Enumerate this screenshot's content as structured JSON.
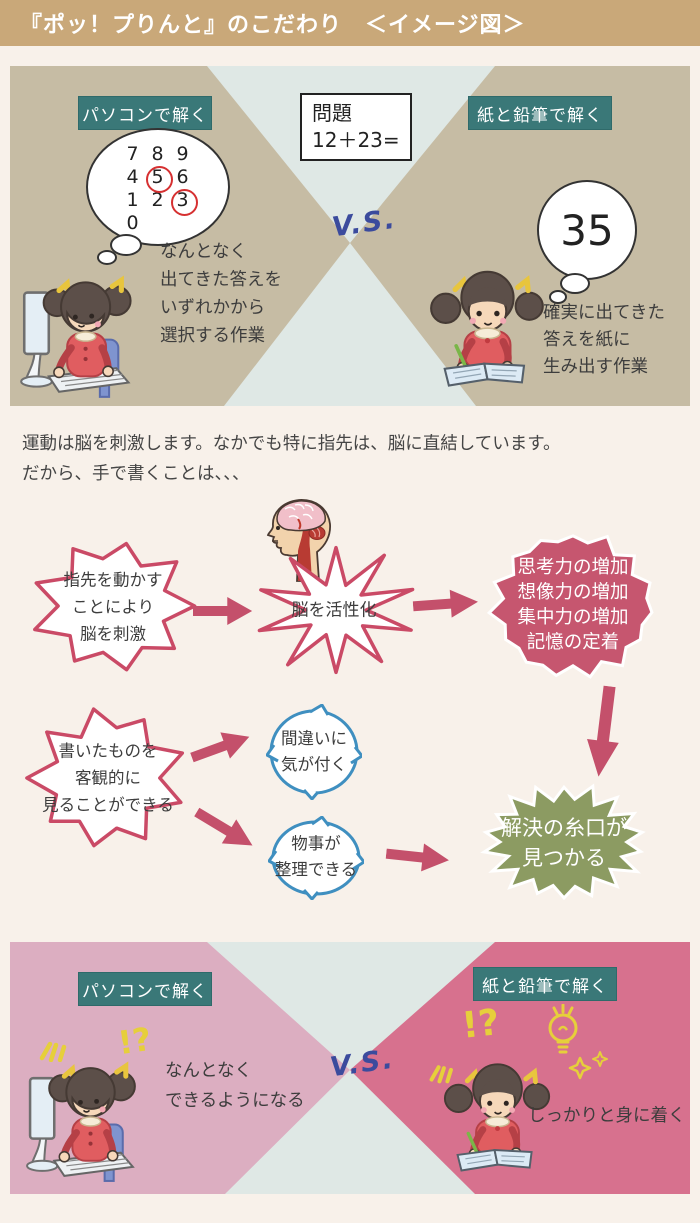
{
  "page": {
    "title": "『ポッ！プりんと』のこだわり　＜イメージ図＞"
  },
  "colors": {
    "header_bg": "#c9a879",
    "top_section_bg": "#c6bca4",
    "triangle_blue": "#dfe8e5",
    "teal_label": "#3a7878",
    "vs_blue": "#3b4b9d",
    "burst_border_red": "#ca4a66",
    "burst_fill_red": "#c6566f",
    "burst_fill_green": "#8c9b62",
    "arrow_red": "#c4506b",
    "bubble_border_blue": "#3f8fc0",
    "bottom_left_pink": "#dcaec1",
    "bottom_right_pink": "#d7718e",
    "doodle_yellow": "#e6cf3b",
    "circle_mark_red": "#d63031"
  },
  "icons": {
    "girl_computer": "girl-at-computer-illustration",
    "girl_writing": "girl-writing-illustration",
    "head_brain": "head-with-brain-icon",
    "lightbulb": "lightbulb-doodle-icon",
    "sparkles": "sparkles-doodle-icon",
    "dashes": "emphasis-dashes-icon"
  },
  "top_comparison": {
    "left_label": "パソコンで解く",
    "right_label": "紙と鉛筆で解く",
    "problem_box": {
      "line1": "問題",
      "line2": "12＋23="
    },
    "vs": "V.S.",
    "keypad": {
      "rows": [
        [
          "7",
          "8",
          "9"
        ],
        [
          "4",
          "5",
          "6"
        ],
        [
          "1",
          "2",
          "3"
        ],
        [
          "0"
        ]
      ],
      "circled": [
        "5",
        "3"
      ]
    },
    "left_caption": [
      "なんとなく",
      "出てきた答えを",
      "いずれかから",
      "選択する作業"
    ],
    "answer_bubble": "35",
    "right_caption": [
      "確実に出てきた",
      "答えを紙に",
      "生み出す作業"
    ]
  },
  "intro_text": {
    "line1": "運動は脳を刺激します。なかでも特に指先は、脳に直結しています。",
    "line2": "だから、手で書くことは、、、"
  },
  "flow": {
    "burst_move_fingers": [
      "指先を動かす",
      "ことにより",
      "脳を刺激"
    ],
    "burst_activate": "脳を活性化",
    "burst_effects": [
      "思考力の増加",
      "想像力の増加",
      "集中力の増加",
      "記憶の定着"
    ],
    "burst_objective": [
      "書いたものを",
      "客観的に",
      "見ることができる"
    ],
    "bubble_mistakes": [
      "間違いに",
      "気が付く"
    ],
    "bubble_organize": [
      "物事が",
      "整理できる"
    ],
    "burst_solution": [
      "解決の糸口が",
      "見つかる"
    ]
  },
  "bottom_comparison": {
    "left_label": "パソコンで解く",
    "right_label": "紙と鉛筆で解く",
    "vs": "V.S.",
    "exclamation": "!?",
    "left_caption": [
      "なんとなく",
      "できるようになる"
    ],
    "right_caption": "しっかりと身に着く"
  }
}
